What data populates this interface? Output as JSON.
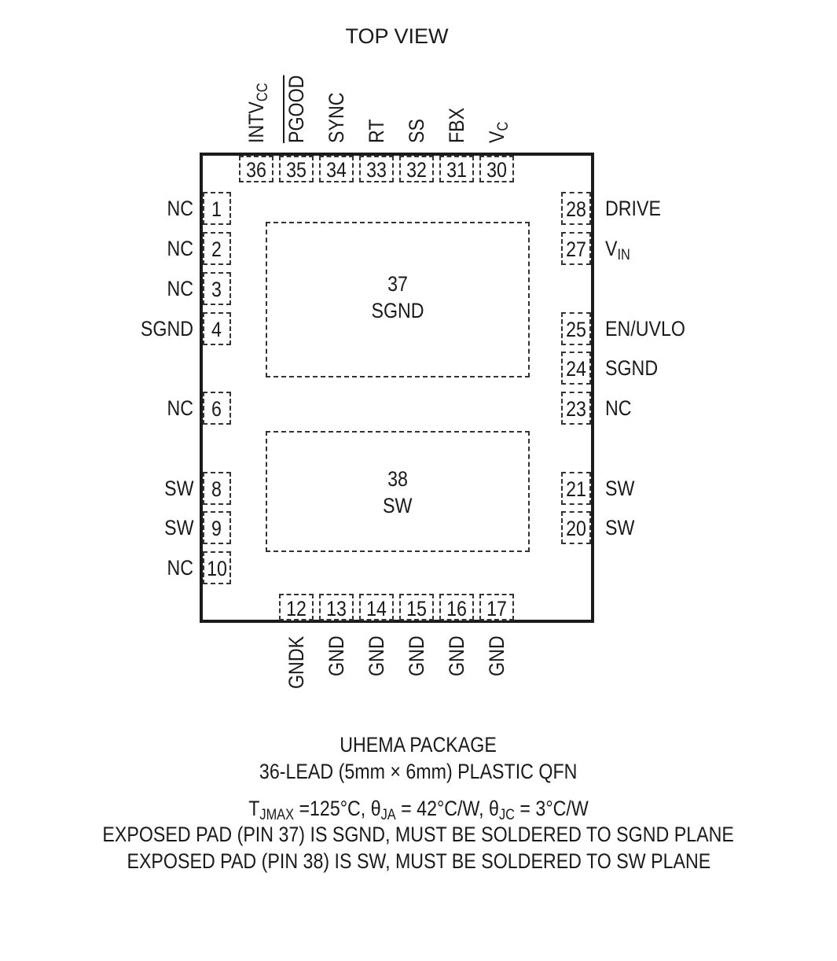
{
  "title": "TOP VIEW",
  "pins_left": [
    {
      "num": "1",
      "label": "NC"
    },
    {
      "num": "2",
      "label": "NC"
    },
    {
      "num": "3",
      "label": "NC"
    },
    {
      "num": "4",
      "label": "SGND"
    },
    {
      "num": "6",
      "label": "NC"
    },
    {
      "num": "8",
      "label": "SW"
    },
    {
      "num": "9",
      "label": "SW"
    },
    {
      "num": "10",
      "label": "NC"
    }
  ],
  "pins_right": [
    {
      "num": "28",
      "label": "DRIVE"
    },
    {
      "num": "27",
      "label": "V",
      "label_sub": "IN"
    },
    {
      "num": "25",
      "label": "EN/UVLO"
    },
    {
      "num": "24",
      "label": "SGND"
    },
    {
      "num": "23",
      "label": "NC"
    },
    {
      "num": "21",
      "label": "SW"
    },
    {
      "num": "20",
      "label": "SW"
    }
  ],
  "pins_top": [
    {
      "num": "36",
      "label": "INTV",
      "label_sub": "CC"
    },
    {
      "num": "35",
      "label": "PGOOD"
    },
    {
      "num": "34",
      "label": "SYNC"
    },
    {
      "num": "33",
      "label": "RT"
    },
    {
      "num": "32",
      "label": "SS"
    },
    {
      "num": "31",
      "label": "FBX"
    },
    {
      "num": "30",
      "label": "V",
      "label_sub": "C"
    }
  ],
  "pins_bottom": [
    {
      "num": "12",
      "label": "GNDK"
    },
    {
      "num": "13",
      "label": "GND"
    },
    {
      "num": "14",
      "label": "GND"
    },
    {
      "num": "15",
      "label": "GND"
    },
    {
      "num": "16",
      "label": "GND"
    },
    {
      "num": "17",
      "label": "GND"
    }
  ],
  "pads": [
    {
      "num": "37",
      "label": "SGND"
    },
    {
      "num": "38",
      "label": "SW"
    }
  ],
  "footer": {
    "package_name": "UHEMA PACKAGE",
    "package_desc": "36-LEAD (5mm × 6mm) PLASTIC QFN",
    "thermal": {
      "t_sym": "T",
      "t_sub": "JMAX",
      "t_val": " =125°C, ",
      "ja_sym": "θ",
      "ja_sub": "JA",
      "ja_val": " = 42°C/W, ",
      "jc_sym": "θ",
      "jc_sub": "JC",
      "jc_val": " = 3°C/W"
    },
    "note1": "EXPOSED PAD (PIN 37) IS SGND, MUST BE SOLDERED TO SGND PLANE",
    "note2": "EXPOSED PAD (PIN 38) IS SW, MUST BE SOLDERED TO SW PLANE"
  }
}
